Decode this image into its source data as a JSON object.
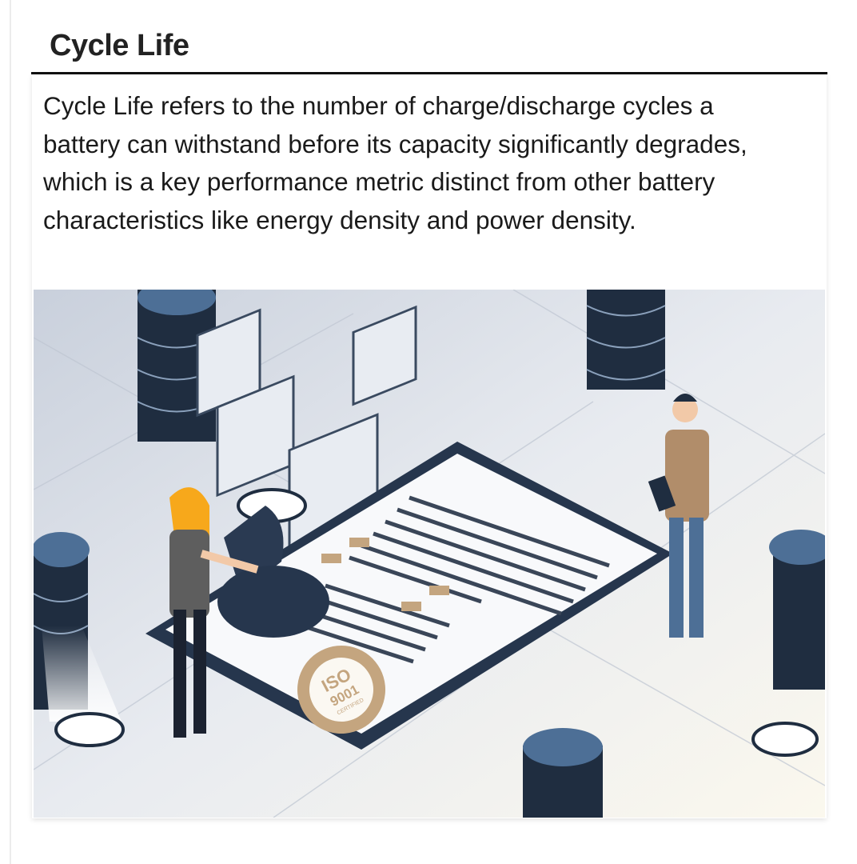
{
  "section": {
    "title": "Cycle Life",
    "description": "Cycle Life refers to the number of charge/discharge cycles a battery can withstand before its capacity significantly degrades, which is a key performance metric distinct from other battery characteristics like energy density and power density."
  },
  "illustration": {
    "seal_text": "ISO",
    "seal_number": "9001",
    "seal_caption": "CERTIFIED",
    "colors": {
      "navy": "#26364d",
      "blue": "#4d6f96",
      "tan": "#c4a57f",
      "bg": "#e6e9ef",
      "hair": "#f7a81b"
    }
  }
}
